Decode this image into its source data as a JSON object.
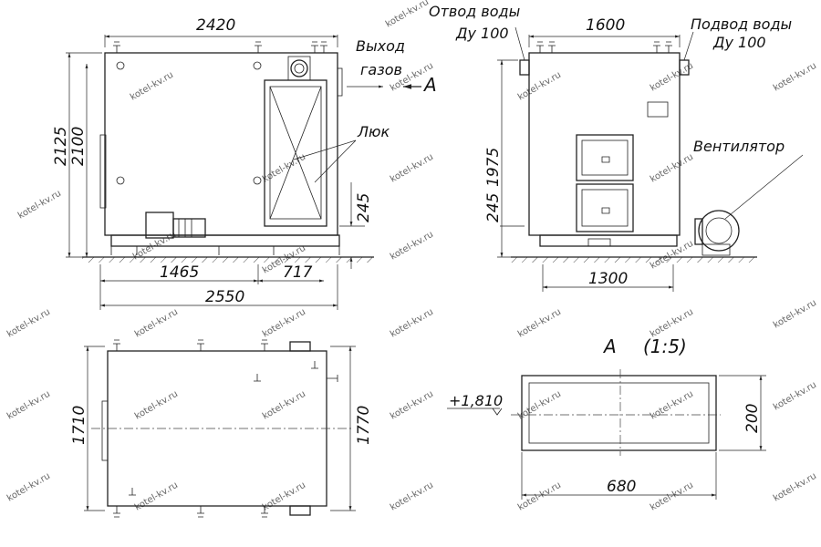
{
  "watermark": "kotel-kv.ru",
  "front_view": {
    "dim_top": "2420",
    "dim_h_outer": "2125",
    "dim_h_inner": "2100",
    "dim_245": "245",
    "dim_1465": "1465",
    "dim_717": "717",
    "dim_2550": "2550",
    "label_exhaust_line1": "Выход",
    "label_exhaust_line2": "газов",
    "label_view_a": "А",
    "label_hatch": "Люк"
  },
  "side_view": {
    "dim_top": "1600",
    "dim_height": "1975",
    "dim_245": "245",
    "dim_1300": "1300",
    "label_outlet_line1": "Отвод воды",
    "label_outlet_line2": "Ду 100",
    "label_inlet_line1": "Подвод воды",
    "label_inlet_line2": "Ду 100",
    "label_fan": "Вентилятор"
  },
  "top_view": {
    "dim_1710": "1710",
    "dim_1770": "1770"
  },
  "detail_a": {
    "title": "А",
    "scale": "(1:5)",
    "elevation": "+1,810",
    "dim_width": "680",
    "dim_height": "200"
  }
}
